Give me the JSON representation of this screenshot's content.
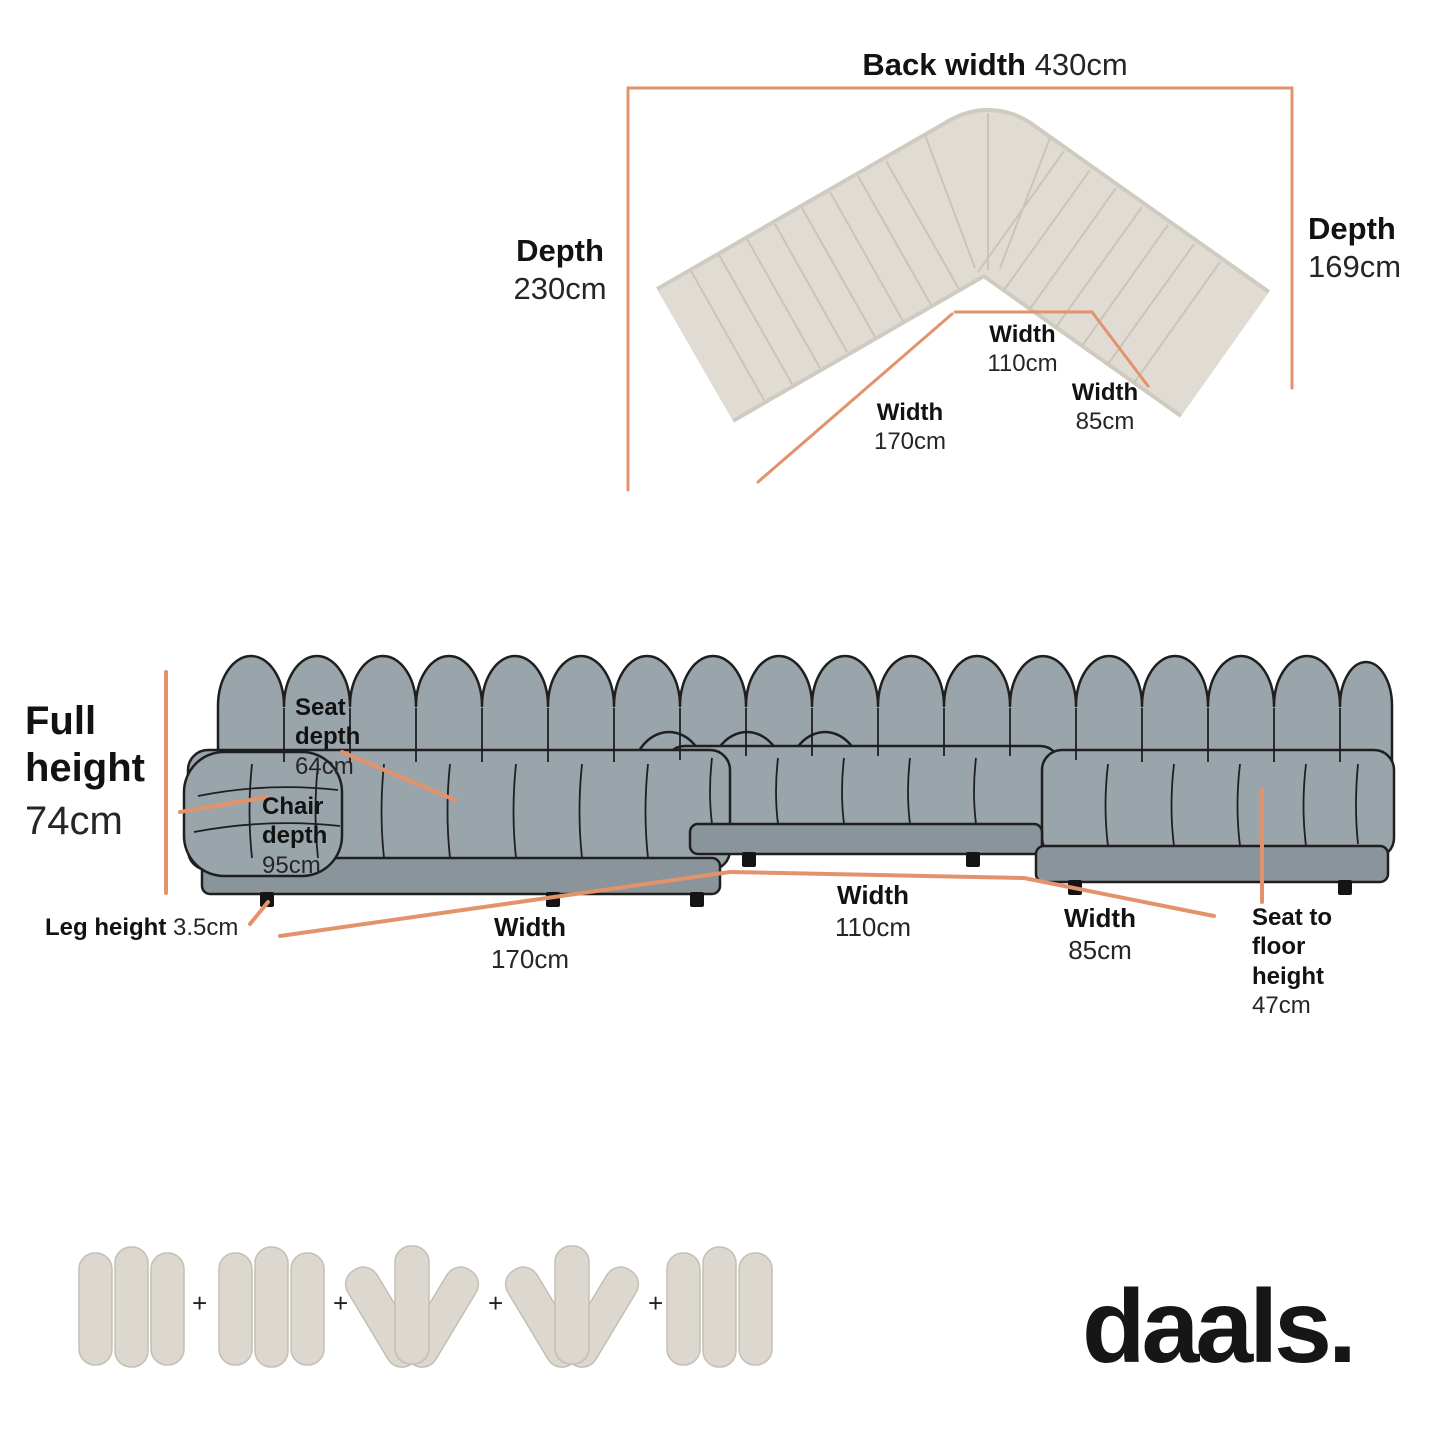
{
  "colors": {
    "accent": "#E2936C",
    "top_sofa_fabric": "#E0DCD4",
    "front_sofa_fill": "#9AA4AB",
    "front_sofa_outline": "#1F1F1F",
    "text": "#121212",
    "logo": "#161616"
  },
  "top_view": {
    "back_width": {
      "label": "Back width",
      "value": "430cm"
    },
    "depth_left": {
      "label": "Depth",
      "value": "230cm"
    },
    "depth_right": {
      "label": "Depth",
      "value": "169cm"
    },
    "width_mid": {
      "label": "Width",
      "value": "110cm"
    },
    "width_right": {
      "label": "Width",
      "value": "85cm"
    },
    "width_left": {
      "label": "Width",
      "value": "170cm"
    }
  },
  "front_view": {
    "full_height": {
      "label": "Full height",
      "value": "74cm"
    },
    "seat_depth": {
      "label": "Seat depth",
      "value": "64cm"
    },
    "chair_depth": {
      "label": "Chair depth",
      "value": "95cm"
    },
    "leg_height": {
      "label": "Leg height",
      "value": "3.5cm"
    },
    "width_left": {
      "label": "Width",
      "value": "170cm"
    },
    "width_mid": {
      "label": "Width",
      "value": "110cm"
    },
    "width_right": {
      "label": "Width",
      "value": "85cm"
    },
    "seat_to_floor": {
      "label": "Seat to floor height",
      "value": "47cm"
    }
  },
  "modules": {
    "separator": "+",
    "items": [
      {
        "type": "straight-module"
      },
      {
        "type": "straight-module"
      },
      {
        "type": "corner-module"
      },
      {
        "type": "corner-module"
      },
      {
        "type": "straight-module"
      }
    ]
  },
  "brand": {
    "wordmark": "daals",
    "dot": "."
  }
}
